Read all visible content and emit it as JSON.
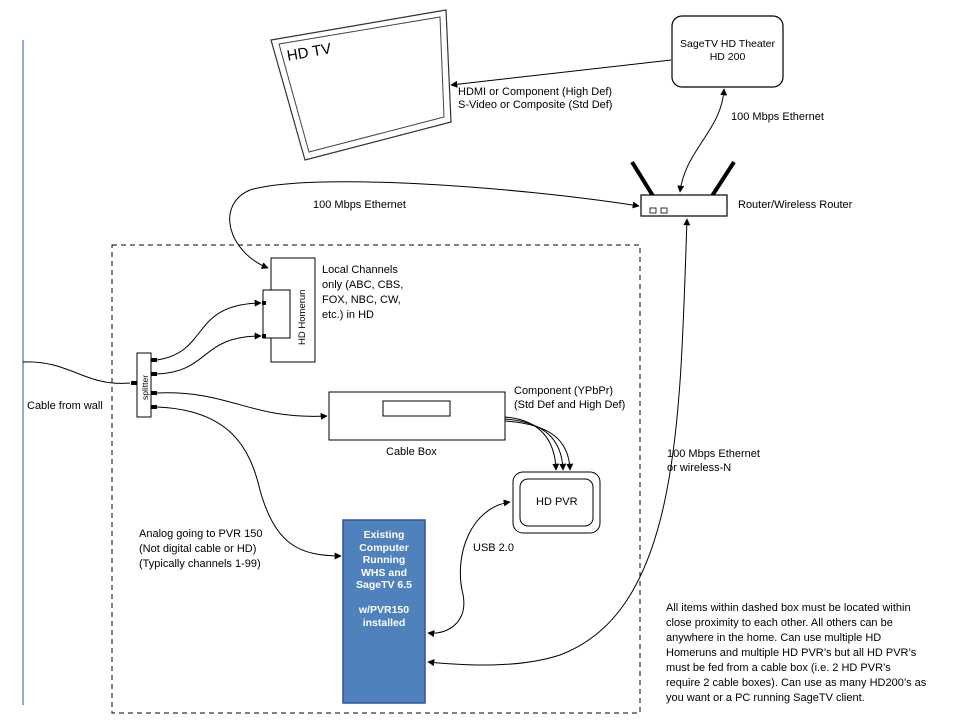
{
  "hdtv": {
    "label": "HD TV"
  },
  "sagetv_box": {
    "label": "SageTV HD Theater\nHD 200"
  },
  "router": {
    "label": "Router/Wireless Router"
  },
  "hdmi_label": "HDMI or Component (High Def)\nS-Video or Composite  (Std Def)",
  "eth_sage_router": "100 Mbps Ethernet",
  "eth_router_homerun": "100 Mbps Ethernet",
  "eth_router_computer": "100 Mbps Ethernet\nor wireless-N",
  "homerun": {
    "label": "HD Homerun"
  },
  "local_channels": "Local Channels\nonly (ABC, CBS,\nFOX, NBC, CW,\netc.) in HD",
  "splitter": {
    "label": "splitter"
  },
  "cable_from_wall": "Cable from wall",
  "cable_box": {
    "label": "Cable Box"
  },
  "component_label": "Component (YPbPr)\n(Std Def and High Def)",
  "hdpvr": {
    "label": "HD PVR"
  },
  "usb_label": "USB 2.0",
  "analog_label": "Analog going to PVR 150\n(Not digital cable or HD)\n(Typically channels 1-99)",
  "computer": {
    "label": "Existing\nComputer\nRunning\nWHS and\nSageTV 6.5\n\nw/PVR150\ninstalled",
    "fill": "#4f81bd"
  },
  "note": "All items within dashed box must be located within\nclose proximity to each other.  All others can be\nanywhere in the home.  Can use multiple HD\nHomeruns and multiple HD PVR’s but all HD PVR’s\nmust be fed from a cable box (i.e. 2 HD PVR’s\nrequire 2 cable boxes).  Can use as many HD200’s as\nyou want or a PC running SageTV client."
}
